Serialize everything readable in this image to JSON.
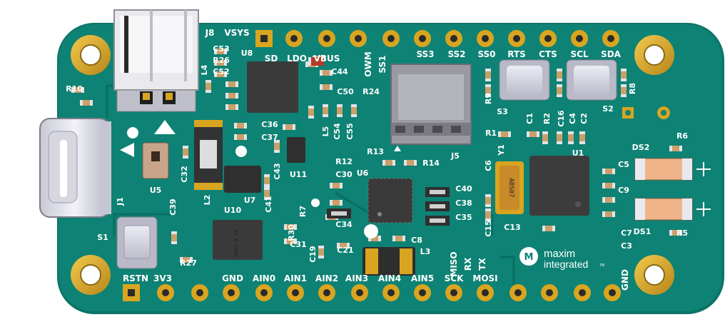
{
  "board": {
    "colors": {
      "pcb": "#0d7f72",
      "pcb_dark": "#0a6a5f",
      "gold": "#d9a520",
      "silk": "#ffffff",
      "chip": "#3a3a3a"
    },
    "top_pins": [
      "J8",
      "VSYS",
      "SD",
      "LDO",
      "VBUS",
      "OWM",
      "SS1",
      "SS3",
      "SS2",
      "SS0",
      "RTS",
      "CTS",
      "SCL",
      "SDA"
    ],
    "bottom_pins": [
      "RSTN",
      "3V3",
      "GND",
      "AIN0",
      "AIN1",
      "AIN2",
      "AIN3",
      "AIN4",
      "AIN5",
      "SCK",
      "MOSI",
      "MISO",
      "RX",
      "TX",
      "GND"
    ],
    "designators": [
      "C53",
      "R26",
      "U8",
      "C52",
      "L4",
      "R10",
      "C44",
      "C50",
      "R24",
      "C36",
      "C37",
      "C54",
      "C55",
      "L5",
      "U5",
      "C32",
      "L2",
      "U7",
      "C43",
      "U11",
      "C41",
      "J1",
      "R13",
      "R14",
      "J5",
      "R12",
      "C30",
      "U6",
      "R7",
      "C34",
      "S1",
      "C39",
      "U10",
      "R30",
      "C31",
      "C19",
      "C21",
      "C8",
      "L3",
      "R27",
      "C40",
      "C38",
      "C35",
      "C15",
      "C6",
      "Y1",
      "C13",
      "R1",
      "C1",
      "R2",
      "C16",
      "C4",
      "C2",
      "U1",
      "R9",
      "S3",
      "S2",
      "R8",
      "DS2",
      "R6",
      "C5",
      "C9",
      "DS1",
      "R5",
      "C7",
      "C3"
    ],
    "chip_marks": {
      "crystal": "ABS07",
      "u10": "MX07-8 PP"
    },
    "logo": {
      "brand": "maxim",
      "sub": "integrated",
      "tm": "TM"
    }
  }
}
